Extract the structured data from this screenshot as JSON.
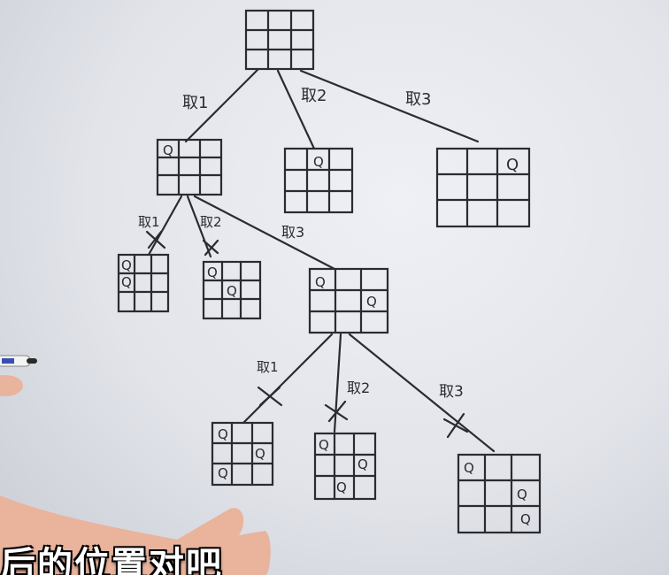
{
  "labels": {
    "root_edges": [
      "取1",
      "取2",
      "取3"
    ],
    "left_edges": [
      "取1",
      "取2",
      "取3"
    ],
    "mid_edges": [
      "取1",
      "取2",
      "取3"
    ],
    "queen": "Q"
  },
  "caption": "后的位置对吧"
}
